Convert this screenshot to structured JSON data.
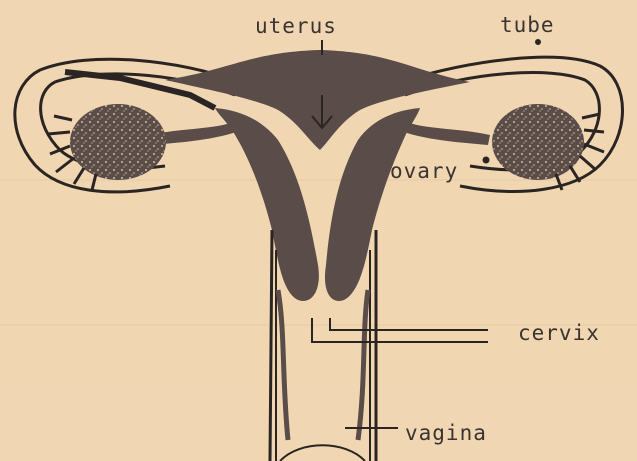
{
  "diagram": {
    "labels": {
      "uterus": "uterus",
      "tube": "tube",
      "ovary": "ovary",
      "cervix": "cervix",
      "vagina": "vagina"
    },
    "colors": {
      "paper": "#f1d6b2",
      "ink": "#5a4d49",
      "ink_dark": "#2a2523"
    }
  }
}
